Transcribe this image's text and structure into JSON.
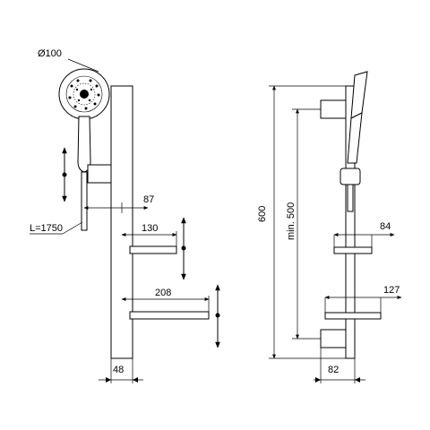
{
  "front_view": {
    "head_diameter": "Ø100",
    "hose_length": "L=1750",
    "offset_holder": "87",
    "shelf_small": "130",
    "shelf_large": "208",
    "rail_width": "48"
  },
  "side_view": {
    "total_height": "600",
    "min_spacing": "min. 500",
    "shelf_small_depth": "84",
    "shelf_large_depth": "127",
    "wall_offset": "82"
  }
}
